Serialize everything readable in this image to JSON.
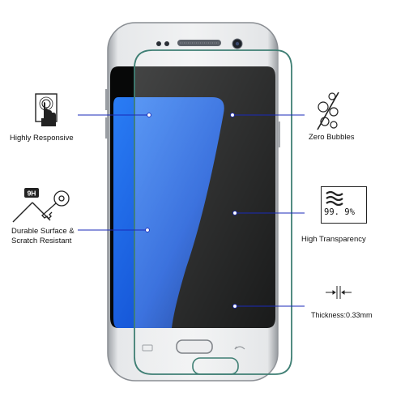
{
  "features": {
    "responsive": {
      "label": "Highly Responsive"
    },
    "bubbles": {
      "label": "Zero Bubbles"
    },
    "durable": {
      "label_line1": "Durable Surface &",
      "label_line2": "Scratch Resistant",
      "hardness": "9H"
    },
    "transparency": {
      "label": "High Transparency",
      "value": "99. 9%"
    },
    "thickness": {
      "label": "Thickness:",
      "value": "0.33mm"
    }
  },
  "colors": {
    "callout_line": "#1a2ab8",
    "screen_blue": "#1e6ff0",
    "phone_silver": "#d4d6d9",
    "protector_edge": "#3f7f74"
  },
  "icons": [
    "touch-finger-icon",
    "bubbles-icon",
    "scratch-key-icon",
    "light-transmission-icon",
    "thickness-arrows-icon"
  ]
}
